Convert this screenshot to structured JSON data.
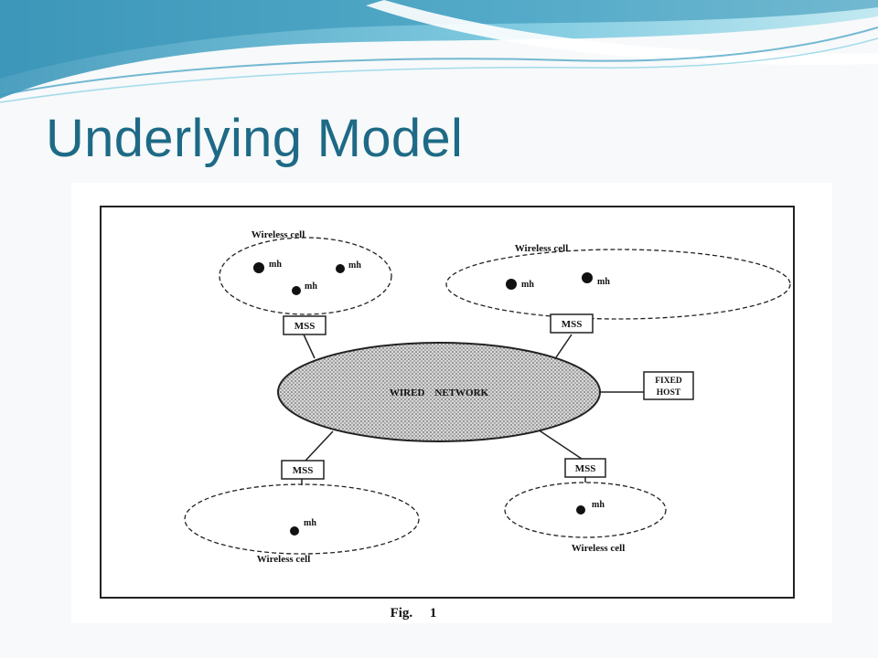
{
  "slide": {
    "title": "Underlying Model"
  },
  "colors": {
    "title": "#1e6a86",
    "wave_dark": "#2f8fb5",
    "wave_light": "#8fd3e6",
    "background": "#f7f9fa"
  },
  "diagram": {
    "cells": [
      {
        "label": "Wireless cell",
        "hosts": [
          "mh",
          "mh",
          "mh"
        ],
        "station": "MSS"
      },
      {
        "label": "Wireless cell",
        "hosts": [
          "mh",
          "mh"
        ],
        "station": "MSS"
      },
      {
        "label": "Wireless cell",
        "hosts": [
          "mh"
        ],
        "station": "MSS"
      },
      {
        "label": "Wireless cell",
        "hosts": [
          "mh"
        ],
        "station": "MSS"
      }
    ],
    "network_label": "WIRED    NETWORK",
    "fixed_host": {
      "line1": "FIXED",
      "line2": "HOST"
    },
    "caption": "Fig.     1"
  }
}
